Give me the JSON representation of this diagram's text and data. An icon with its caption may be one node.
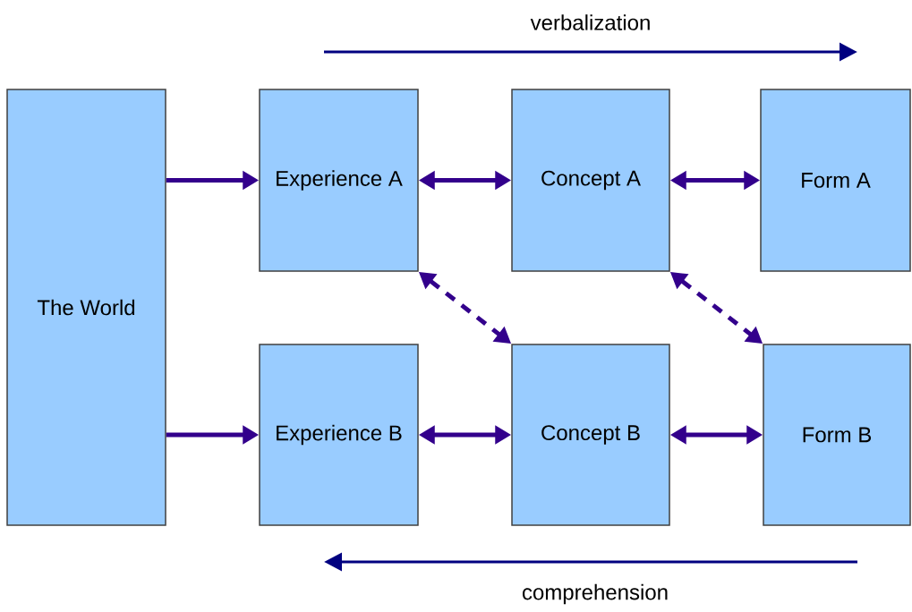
{
  "diagram": {
    "nodes": [
      {
        "text": [
          "The World"
        ]
      },
      {
        "text": [
          "Experience A"
        ]
      },
      {
        "text": [
          "Concept A"
        ]
      },
      {
        "text": [
          "Form A"
        ]
      },
      {
        "text": [
          "Experience B"
        ]
      },
      {
        "text": [
          "Concept B"
        ]
      },
      {
        "text": [
          "Form B"
        ]
      }
    ],
    "edges": [
      {
        "from": 0,
        "to": 1,
        "arrow": "to"
      },
      {
        "from": 0,
        "to": 4,
        "arrow": "to"
      },
      {
        "from": 1,
        "to": 2,
        "arrow": "both"
      },
      {
        "from": 2,
        "to": 3,
        "arrow": "both"
      },
      {
        "from": 4,
        "to": 5,
        "arrow": "both"
      },
      {
        "from": 5,
        "to": 6,
        "arrow": "both"
      },
      {
        "from": 1,
        "to": 5,
        "arrow": "both",
        "style": "dashed"
      },
      {
        "from": 2,
        "to": 6,
        "arrow": "both",
        "style": "dashed"
      }
    ],
    "labels": [
      "verbalization",
      "comprehension"
    ]
  }
}
